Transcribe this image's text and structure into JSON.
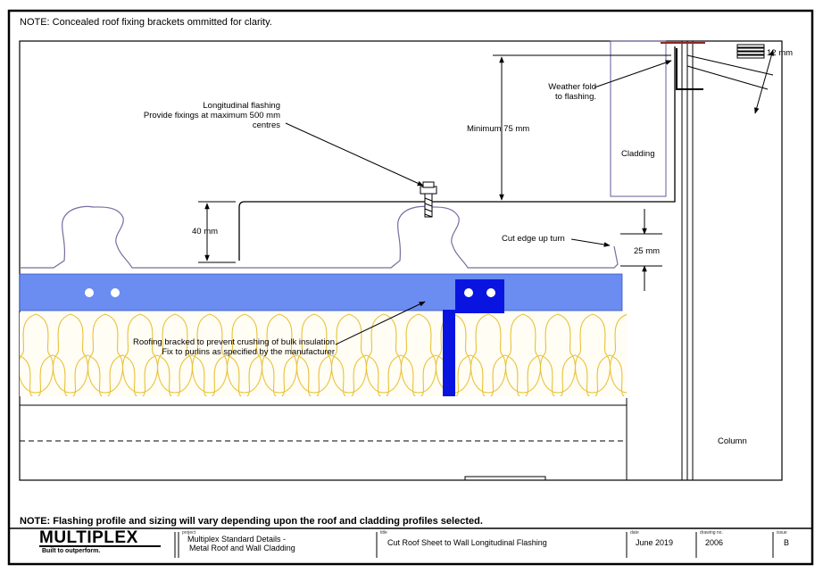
{
  "notes": {
    "top": "NOTE: Concealed roof fixing brackets ommitted for clarity.",
    "bottom": "NOTE: Flashing profile and sizing will vary depending upon the roof and cladding profiles selected."
  },
  "annotations": {
    "longitudinal_flashing": [
      "Longitudinal flashing",
      "Provide fixings at maximum 500 mm",
      "centres"
    ],
    "weather_fold": [
      "Weather fold",
      "to flashing."
    ],
    "minimum_75": "Minimum 75 mm",
    "cladding": "Cladding",
    "dim_40": "40 mm",
    "cut_edge": "Cut edge up turn",
    "dim_25": "25 mm",
    "dim_12": "12 mm",
    "roofing_bracket": [
      "Roofing bracked to prevent crushing of bulk insulation",
      "Fix to purlins as specified by the manufacturer"
    ],
    "column": "Column"
  },
  "title_block": {
    "logo": "MULTIPLEX",
    "tagline": "Built to outperform.",
    "project_caption": "project",
    "project": [
      "Multiplex Standard Details -",
      "Metal Roof and Wall Cladding"
    ],
    "title_caption": "title",
    "title": "Cut Roof Sheet to Wall Longitudinal Flashing",
    "date_caption": "date",
    "date": "June 2019",
    "drawing_caption": "drawing no.",
    "drawing_no": "2006",
    "issue_caption": "issue",
    "issue": "B"
  },
  "colors": {
    "purlin": "#6b8cf0",
    "bracket": "#0a14e0",
    "insulation": "#e8c23a",
    "roof_line": "#7a6aa0",
    "line": "#000000"
  }
}
